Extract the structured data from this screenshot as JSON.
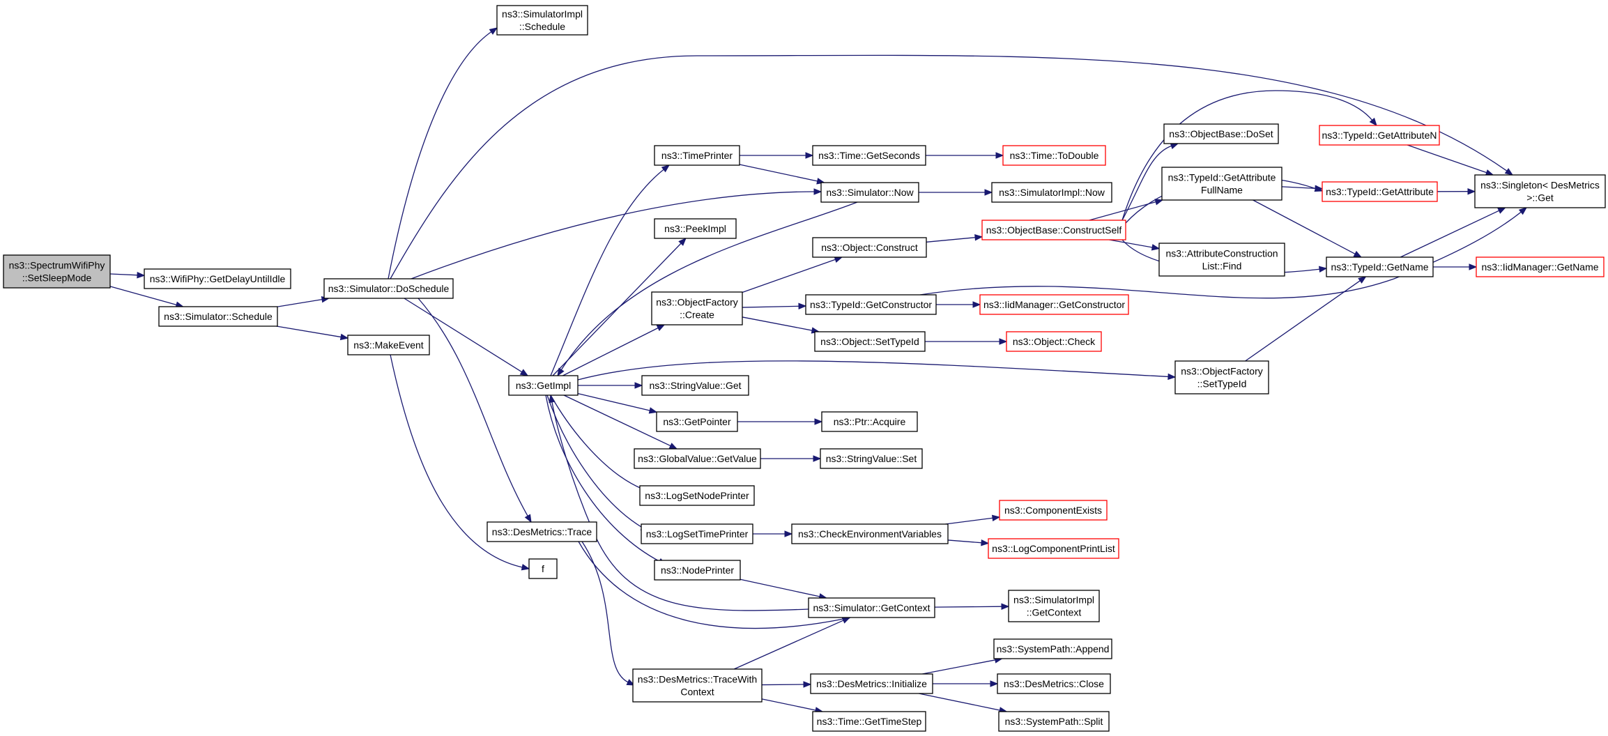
{
  "colors": {
    "edge": "#191970",
    "red_border": "#ff0000",
    "root_fill": "#bfbfbf"
  },
  "nodes": [
    {
      "id": "setsleep",
      "lines": [
        "ns3::SpectrumWifiPhy",
        "::SetSleepMode"
      ],
      "style": "root"
    },
    {
      "id": "getdelay",
      "lines": [
        "ns3::WifiPhy::GetDelayUntilIdle"
      ],
      "style": "normal"
    },
    {
      "id": "simschedule",
      "lines": [
        "ns3::Simulator::Schedule"
      ],
      "style": "normal"
    },
    {
      "id": "doschedule",
      "lines": [
        "ns3::Simulator::DoSchedule"
      ],
      "style": "normal"
    },
    {
      "id": "makeevent",
      "lines": [
        "ns3::MakeEvent"
      ],
      "style": "normal"
    },
    {
      "id": "implschedule",
      "lines": [
        "ns3::SimulatorImpl",
        "::Schedule"
      ],
      "style": "normal"
    },
    {
      "id": "trace",
      "lines": [
        "ns3::DesMetrics::Trace"
      ],
      "style": "normal"
    },
    {
      "id": "f",
      "lines": [
        "f"
      ],
      "style": "normal"
    },
    {
      "id": "getimpl",
      "lines": [
        "ns3::GetImpl"
      ],
      "style": "normal"
    },
    {
      "id": "timeprinter",
      "lines": [
        "ns3::TimePrinter"
      ],
      "style": "normal"
    },
    {
      "id": "peekimpl",
      "lines": [
        "ns3::PeekImpl"
      ],
      "style": "normal"
    },
    {
      "id": "ofcreate",
      "lines": [
        "ns3::ObjectFactory",
        "::Create"
      ],
      "style": "normal"
    },
    {
      "id": "svget",
      "lines": [
        "ns3::StringValue::Get"
      ],
      "style": "normal"
    },
    {
      "id": "getpointer",
      "lines": [
        "ns3::GetPointer"
      ],
      "style": "normal"
    },
    {
      "id": "gvgetvalue",
      "lines": [
        "ns3::GlobalValue::GetValue"
      ],
      "style": "normal"
    },
    {
      "id": "lognodeprinter",
      "lines": [
        "ns3::LogSetNodePrinter"
      ],
      "style": "normal"
    },
    {
      "id": "logtimeprinter",
      "lines": [
        "ns3::LogSetTimePrinter"
      ],
      "style": "normal"
    },
    {
      "id": "nodeprinter",
      "lines": [
        "ns3::NodePrinter"
      ],
      "style": "normal"
    },
    {
      "id": "tracewithctx",
      "lines": [
        "ns3::DesMetrics::TraceWith",
        "Context"
      ],
      "style": "normal"
    },
    {
      "id": "getseconds",
      "lines": [
        "ns3::Time::GetSeconds"
      ],
      "style": "normal"
    },
    {
      "id": "simnow",
      "lines": [
        "ns3::Simulator::Now"
      ],
      "style": "normal"
    },
    {
      "id": "objconstruct",
      "lines": [
        "ns3::Object::Construct"
      ],
      "style": "normal"
    },
    {
      "id": "tidgetctor",
      "lines": [
        "ns3::TypeId::GetConstructor"
      ],
      "style": "normal"
    },
    {
      "id": "objsettid",
      "lines": [
        "ns3::Object::SetTypeId"
      ],
      "style": "normal"
    },
    {
      "id": "ptracquire",
      "lines": [
        "ns3::Ptr::Acquire"
      ],
      "style": "normal"
    },
    {
      "id": "svset",
      "lines": [
        "ns3::StringValue::Set"
      ],
      "style": "normal"
    },
    {
      "id": "checkenv",
      "lines": [
        "ns3::CheckEnvironmentVariables"
      ],
      "style": "normal"
    },
    {
      "id": "simgetctx",
      "lines": [
        "ns3::Simulator::GetContext"
      ],
      "style": "normal"
    },
    {
      "id": "dminit",
      "lines": [
        "ns3::DesMetrics::Initialize"
      ],
      "style": "normal"
    },
    {
      "id": "gettimestep",
      "lines": [
        "ns3::Time::GetTimeStep"
      ],
      "style": "normal"
    },
    {
      "id": "todouble",
      "lines": [
        "ns3::Time::ToDouble"
      ],
      "style": "red"
    },
    {
      "id": "implnow",
      "lines": [
        "ns3::SimulatorImpl::Now"
      ],
      "style": "normal"
    },
    {
      "id": "constructself",
      "lines": [
        "ns3::ObjectBase::ConstructSelf"
      ],
      "style": "red"
    },
    {
      "id": "iidgetctor",
      "lines": [
        "ns3::IidManager::GetConstructor"
      ],
      "style": "red"
    },
    {
      "id": "objcheck",
      "lines": [
        "ns3::Object::Check"
      ],
      "style": "red"
    },
    {
      "id": "compexists",
      "lines": [
        "ns3::ComponentExists"
      ],
      "style": "red"
    },
    {
      "id": "logcompprint",
      "lines": [
        "ns3::LogComponentPrintList"
      ],
      "style": "red"
    },
    {
      "id": "implgetctx",
      "lines": [
        "ns3::SimulatorImpl",
        "::GetContext"
      ],
      "style": "normal"
    },
    {
      "id": "spappend",
      "lines": [
        "ns3::SystemPath::Append"
      ],
      "style": "normal"
    },
    {
      "id": "dmclose",
      "lines": [
        "ns3::DesMetrics::Close"
      ],
      "style": "normal"
    },
    {
      "id": "spsplit",
      "lines": [
        "ns3::SystemPath::Split"
      ],
      "style": "normal"
    },
    {
      "id": "obdoset",
      "lines": [
        "ns3::ObjectBase::DoSet"
      ],
      "style": "normal"
    },
    {
      "id": "tidgetattrfull",
      "lines": [
        "ns3::TypeId::GetAttribute",
        "FullName"
      ],
      "style": "normal"
    },
    {
      "id": "acfind",
      "lines": [
        "ns3::AttributeConstruction",
        "List::Find"
      ],
      "style": "normal"
    },
    {
      "id": "ofsettid",
      "lines": [
        "ns3::ObjectFactory",
        "::SetTypeId"
      ],
      "style": "normal"
    },
    {
      "id": "tidgetattrn",
      "lines": [
        "ns3::TypeId::GetAttributeN"
      ],
      "style": "red"
    },
    {
      "id": "tidgetattr",
      "lines": [
        "ns3::TypeId::GetAttribute"
      ],
      "style": "red"
    },
    {
      "id": "tidgetname",
      "lines": [
        "ns3::TypeId::GetName"
      ],
      "style": "normal"
    },
    {
      "id": "singleton",
      "lines": [
        "ns3::Singleton< DesMetrics",
        ">::Get"
      ],
      "style": "normal"
    },
    {
      "id": "iidgetname",
      "lines": [
        "ns3::IidManager::GetName"
      ],
      "style": "red"
    }
  ]
}
